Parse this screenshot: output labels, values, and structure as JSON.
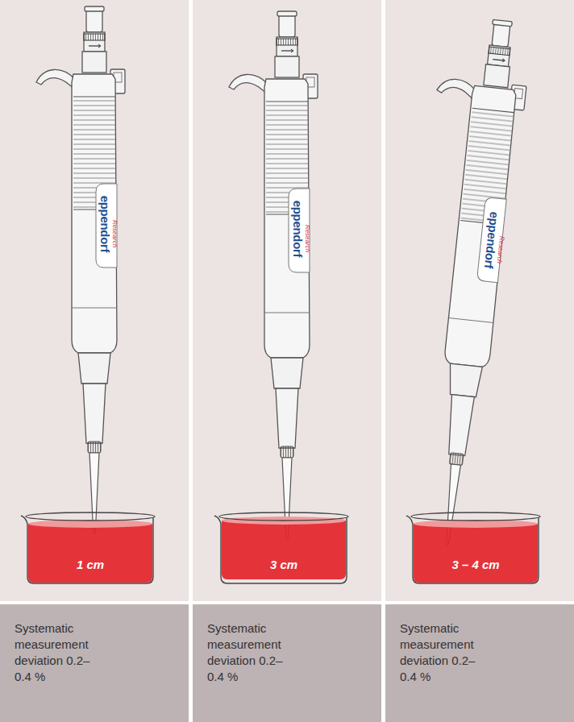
{
  "diagram": {
    "nodes": [
      {
        "text": [
          "Systematic measurement deviation 0.2–0.4 %"
        ]
      },
      {
        "text": [
          "Systematic measurement deviation 0.2–0.4 %"
        ]
      },
      {
        "text": [
          "Systematic measurement deviation 0.2–0.4 %"
        ]
      }
    ],
    "labels": [
      "eppendorf",
      "Research",
      "1 cm",
      "eppendorf",
      "Research",
      "3 cm",
      "eppendorf",
      "Research",
      "3 – 4 cm"
    ]
  }
}
